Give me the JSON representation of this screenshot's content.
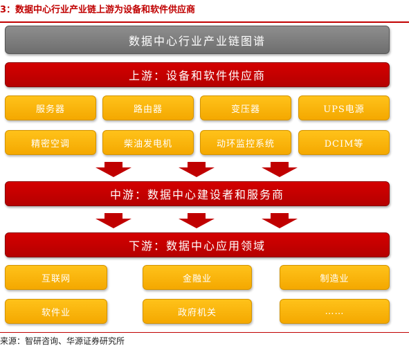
{
  "caption": "3：数据中心行业产业链上游为设备和软件供应商",
  "title": "数据中心行业产业链图谱",
  "upstream": {
    "label": "上游：设备和软件供应商",
    "row1": [
      "服务器",
      "路由器",
      "变压器",
      "UPS电源"
    ],
    "row2": [
      "精密空调",
      "柴油发电机",
      "动环监控系统",
      "DCIM等"
    ]
  },
  "midstream": {
    "label": "中游：数据中心建设者和服务商"
  },
  "downstream": {
    "label": "下游：数据中心应用领域",
    "row1": [
      "互联网",
      "金融业",
      "制造业"
    ],
    "row2": [
      "软件业",
      "政府机关",
      "……"
    ]
  },
  "source": "来源：智研咨询、华源证券研究所",
  "colors": {
    "accent": "#c00000",
    "box": "#ffc000",
    "gray": "#7f7f7f"
  }
}
